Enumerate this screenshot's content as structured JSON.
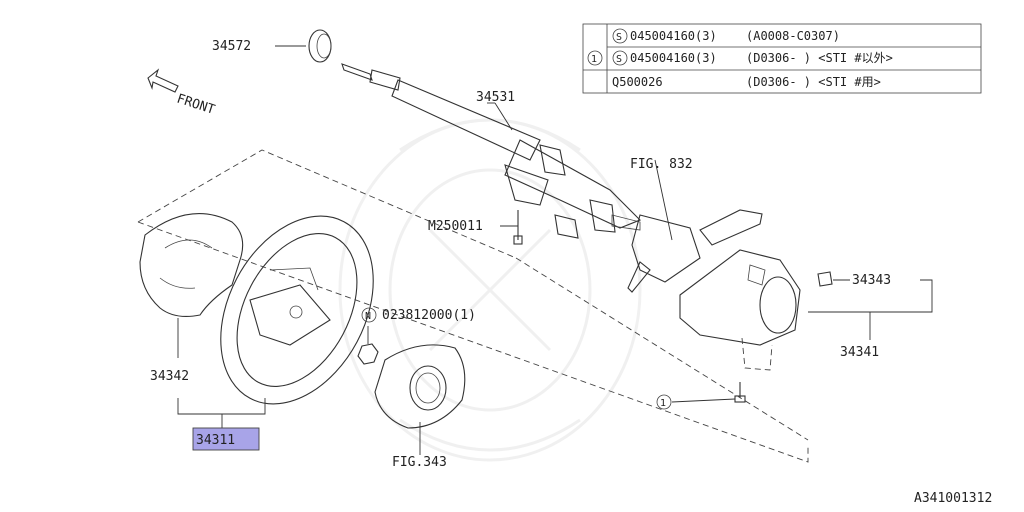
{
  "table": {
    "marker": "1",
    "rows": [
      {
        "code": "045004160(3)",
        "prefix": "S",
        "spec": "(A0008-C0307)"
      },
      {
        "code": "045004160(3)",
        "prefix": "S",
        "spec": "(D0306-      ) <STI #以外>"
      },
      {
        "code": "Q500026",
        "prefix": "",
        "spec": "(D0306-      ) <STI #用>"
      }
    ]
  },
  "labels": {
    "part_34572": "34572",
    "part_34531": "34531",
    "front": "FRONT",
    "fig_832": "FIG. 832",
    "m250011": "M250011",
    "n_prefix": "N",
    "nut_023812000": "023812000(1)",
    "part_34343": "34343",
    "part_34341": "34341",
    "part_34342": "34342",
    "part_34311": "34311",
    "fig_343": "FIG.343",
    "callout_1": "1",
    "diagram_id": "A341001312"
  },
  "colors": {
    "line": "#333333",
    "highlight": "#a8a4e8",
    "text": "#222222"
  }
}
